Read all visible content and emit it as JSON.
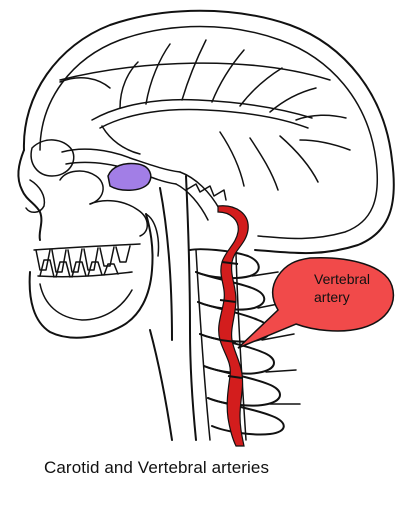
{
  "callout": {
    "line1": "Vertebral",
    "line2": "artery",
    "fill_color": "#f14a4a"
  },
  "caption": "Carotid and Vertebral arteries",
  "colors": {
    "artery": "#d31d1d",
    "gland": "#a27ee6",
    "outline": "#111111"
  }
}
